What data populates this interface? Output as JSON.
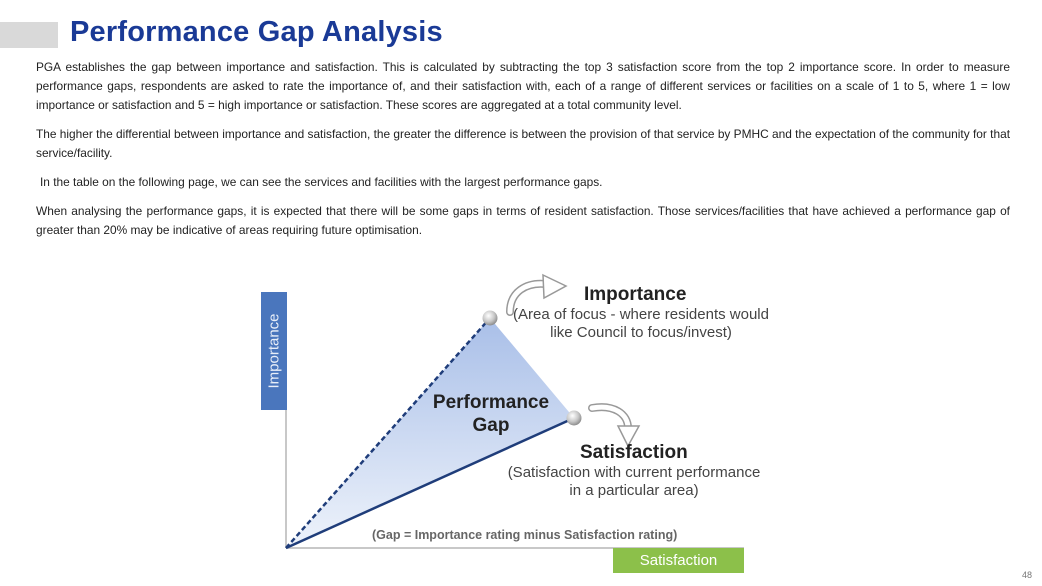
{
  "header": {
    "title": "Performance Gap Analysis"
  },
  "body": {
    "paragraphs": [
      "PGA establishes the gap between importance and satisfaction. This is calculated by subtracting the top 3 satisfaction score from the top 2 importance score. In order to measure performance gaps, respondents are asked to rate the importance of, and their satisfaction with, each of a range of different services or facilities on a scale of 1 to 5, where 1 = low importance or satisfaction and 5 = high importance or satisfaction. These scores are aggregated at a total community level.",
      "The higher the differential between importance and satisfaction, the greater the difference is between the provision of that service by PMHC and the expectation of the community for that service/facility.",
      "In the table on the following page, we can see the services and facilities with the largest performance gaps.",
      "When analysing the performance gaps, it is expected that there will be some gaps in terms of resident satisfaction. Those services/facilities that have achieved a performance gap of greater than 20% may be indicative of areas requiring future optimisation."
    ]
  },
  "diagram": {
    "y_axis_label": "Importance",
    "x_axis_label": "Satisfaction",
    "importance_title": "Importance",
    "importance_desc": "(Area of focus - where residents would like Council to focus/invest)",
    "gap_title": "Performance Gap",
    "satisfaction_title": "Satisfaction",
    "satisfaction_desc": "(Satisfaction with current performance in a particular area)",
    "formula": "(Gap = Importance rating minus Satisfaction rating)",
    "colors": {
      "line": "#1f3d7a",
      "y_axis_box": "#4a76bd",
      "x_axis_box": "#8cc04a",
      "gap_fill": "#a9bfe8"
    }
  },
  "footer": {
    "page_number": "48"
  }
}
